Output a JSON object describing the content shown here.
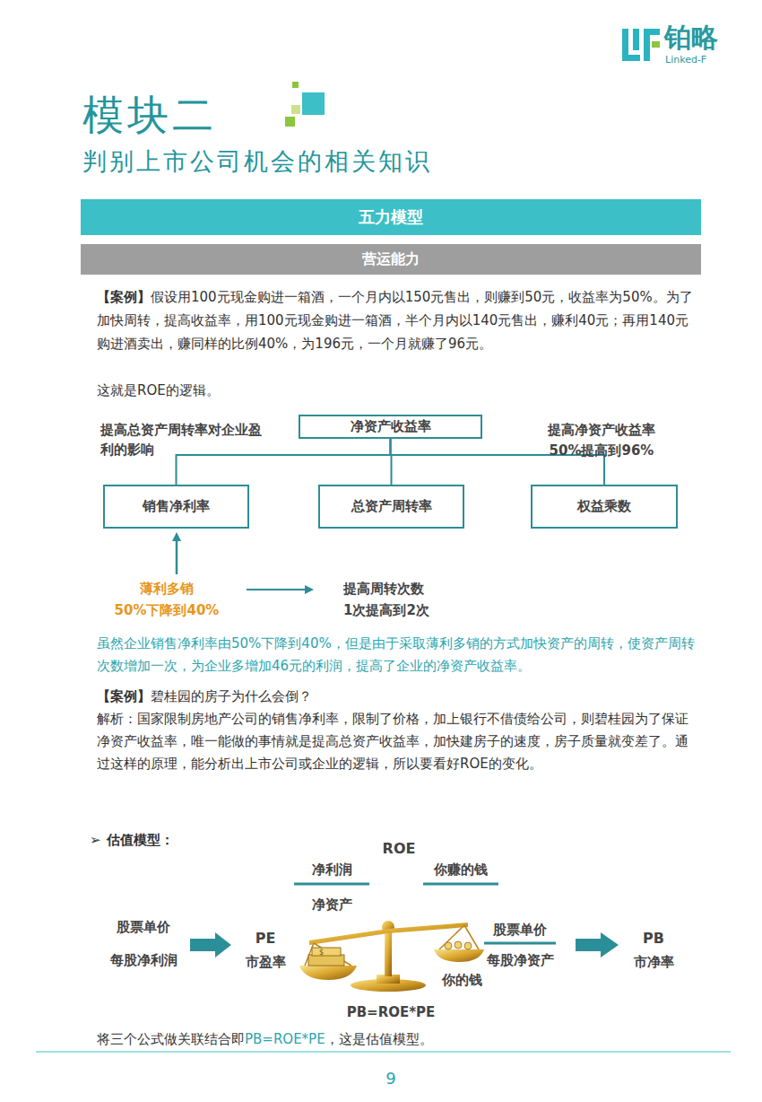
{
  "diagram": {
    "title": "模块二",
    "nodes": [
      {
        "text": [
          "五力模型"
        ]
      },
      {
        "text": [
          "营运能力"
        ]
      },
      {
        "text": [
          "净资产收益率"
        ]
      },
      {
        "text": [
          "销售净利率"
        ]
      },
      {
        "text": [
          "总资产周转率"
        ]
      },
      {
        "text": [
          "权益乘数"
        ]
      }
    ],
    "edges": [
      {
        "from": 2,
        "to": 3,
        "arrow": "none"
      },
      {
        "from": 2,
        "to": 4,
        "arrow": "none"
      },
      {
        "from": 2,
        "to": 5,
        "arrow": "none"
      }
    ],
    "labels": [
      "铂略",
      "Linked-F",
      "判别上市公司机会的相关知识",
      "【案例】",
      "假设用100元现金购进一箱酒，一个月内以150元售出，则赚到50元，收益率为50%。为了加快周转，提高收益率，用100元现金购进一箱酒，半个月内以140元售出，赚利40元；再用140元购进酒卖出，赚同样的比例40%，为196元，一个月就赚了96元。",
      "这就是ROE的逻辑。",
      "提高总资产周转率对企业盈利的影响",
      "提高净资产收益率",
      "50%提高到96%",
      "薄利多销",
      "50%下降到40%",
      "提高周转次数",
      "1次提高到2次",
      "虽然企业销售净利率由50%下降到40%，但是由于采取薄利多销的方式加快资产的周转，使资产周转次数增加一次，为企业多增加46元的利润，提高了企业的净资产收益率。",
      "【案例】",
      "碧桂园的房子为什么会倒？",
      "解析：国家限制房地产公司的销售净利率，限制了价格，加上银行不借债给公司，则碧桂园为了保证净资产收益率，唯一能做的事情就是提高总资产收益率，加快建房子的速度，房子质量就变差了。通过这样的原理，能分析出上市公司或企业的逻辑，所以要看好ROE的变化。",
      "➢",
      "估值模型：",
      "ROE",
      "净利润",
      "你赚的钱",
      "净资产",
      "股票单价",
      "每股净利润",
      "PE",
      "市盈率",
      "股票单价",
      "每股净资产",
      "PB",
      "市净率",
      "你的钱",
      "PB=ROE*PE",
      "将三个公式做关联结合即",
      "PB=ROE*PE",
      "，这是估值模型。",
      "9"
    ]
  }
}
